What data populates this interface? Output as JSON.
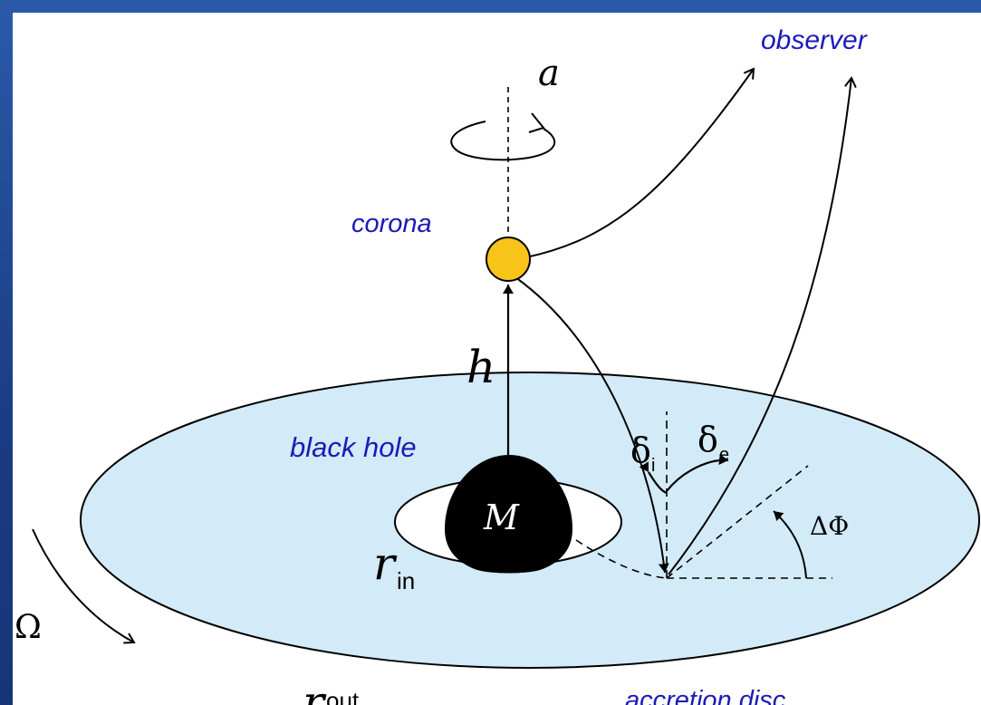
{
  "diagram": {
    "labels": {
      "observer": "observer",
      "spin": "a",
      "corona": "corona",
      "height": "h",
      "black_hole": "black hole",
      "mass": "M",
      "r_in_base": "r",
      "r_in_sub": "in",
      "r_out_base": "r",
      "r_out_sub": "out",
      "omega": "Ω",
      "accretion_disc": "accretion disc",
      "delta_i_base": "δ",
      "delta_i_sub": "i",
      "delta_e_base": "δ",
      "delta_e_sub": "e",
      "delta_phi": "ΔΦ"
    },
    "colors": {
      "background": "#1c3f86",
      "panel": "#ffffff",
      "disc_fill": "#d3eaf8",
      "corona_fill": "#f8c41a",
      "black_hole": "#000000",
      "label_blue": "#1b1bb8"
    }
  }
}
